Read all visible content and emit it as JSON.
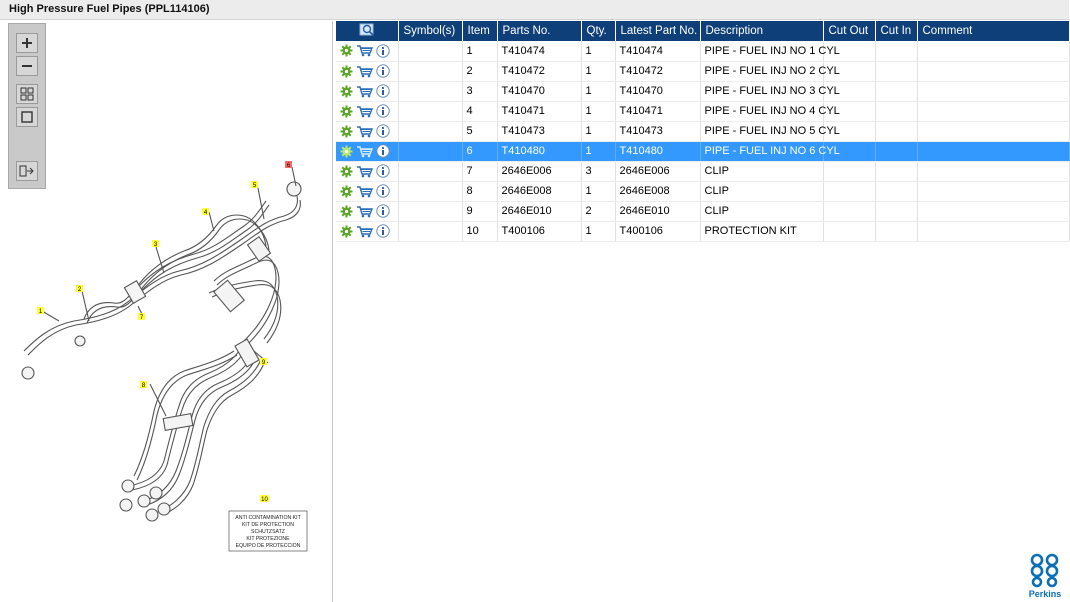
{
  "window": {
    "title": "High Pressure Fuel Pipes (PPL114106)"
  },
  "toolbar": {
    "buttons": [
      "zoom-in-icon",
      "zoom-out-icon",
      "fit-page-icon",
      "actual-size-icon",
      "side-panel-icon"
    ]
  },
  "diagram": {
    "callouts": [
      "1",
      "2",
      "3",
      "4",
      "5",
      "6",
      "7",
      "8",
      "9",
      "10"
    ],
    "kit_label": [
      "ANTI CONTAMINATION KIT",
      "KIT DE PROTECTION",
      "SCHUTZSATZ",
      "KIT PROTEZIONE",
      "EQUIPO DE PROTECCION"
    ]
  },
  "grid": {
    "columns": [
      "",
      "Symbol(s)",
      "Item",
      "Parts No.",
      "Qty.",
      "Latest Part No.",
      "Description",
      "Cut Out",
      "Cut In",
      "Comment"
    ],
    "selected_row": 5,
    "rows": [
      {
        "symbol": "",
        "item": "1",
        "part": "T410474",
        "qty": "1",
        "latest": "T410474",
        "desc": "PIPE - FUEL INJ NO 1 CYL",
        "cut_out": "",
        "cut_in": "",
        "comment": ""
      },
      {
        "symbol": "",
        "item": "2",
        "part": "T410472",
        "qty": "1",
        "latest": "T410472",
        "desc": "PIPE - FUEL INJ NO 2 CYL",
        "cut_out": "",
        "cut_in": "",
        "comment": ""
      },
      {
        "symbol": "",
        "item": "3",
        "part": "T410470",
        "qty": "1",
        "latest": "T410470",
        "desc": "PIPE - FUEL INJ NO 3 CYL",
        "cut_out": "",
        "cut_in": "",
        "comment": ""
      },
      {
        "symbol": "",
        "item": "4",
        "part": "T410471",
        "qty": "1",
        "latest": "T410471",
        "desc": "PIPE - FUEL INJ NO 4 CYL",
        "cut_out": "",
        "cut_in": "",
        "comment": ""
      },
      {
        "symbol": "",
        "item": "5",
        "part": "T410473",
        "qty": "1",
        "latest": "T410473",
        "desc": "PIPE - FUEL INJ NO 5 CYL",
        "cut_out": "",
        "cut_in": "",
        "comment": ""
      },
      {
        "symbol": "",
        "item": "6",
        "part": "T410480",
        "qty": "1",
        "latest": "T410480",
        "desc": "PIPE - FUEL INJ NO 6 CYL",
        "cut_out": "",
        "cut_in": "",
        "comment": ""
      },
      {
        "symbol": "",
        "item": "7",
        "part": "2646E006",
        "qty": "3",
        "latest": "2646E006",
        "desc": "CLIP",
        "cut_out": "",
        "cut_in": "",
        "comment": ""
      },
      {
        "symbol": "",
        "item": "8",
        "part": "2646E008",
        "qty": "1",
        "latest": "2646E008",
        "desc": "CLIP",
        "cut_out": "",
        "cut_in": "",
        "comment": ""
      },
      {
        "symbol": "",
        "item": "9",
        "part": "2646E010",
        "qty": "2",
        "latest": "2646E010",
        "desc": "CLIP",
        "cut_out": "",
        "cut_in": "",
        "comment": ""
      },
      {
        "symbol": "",
        "item": "10",
        "part": "T400106",
        "qty": "1",
        "latest": "T400106",
        "desc": "PROTECTION KIT",
        "cut_out": "",
        "cut_in": "",
        "comment": ""
      }
    ],
    "row_icons": [
      "gear-icon",
      "cart-icon",
      "info-icon"
    ]
  },
  "brand": {
    "name": "Perkins",
    "color": "#0a6fb7"
  },
  "colors": {
    "header": "#0e3f78",
    "selection": "#3399ff",
    "callout": "#ffff33",
    "callout_highlight": "#ff6666"
  }
}
